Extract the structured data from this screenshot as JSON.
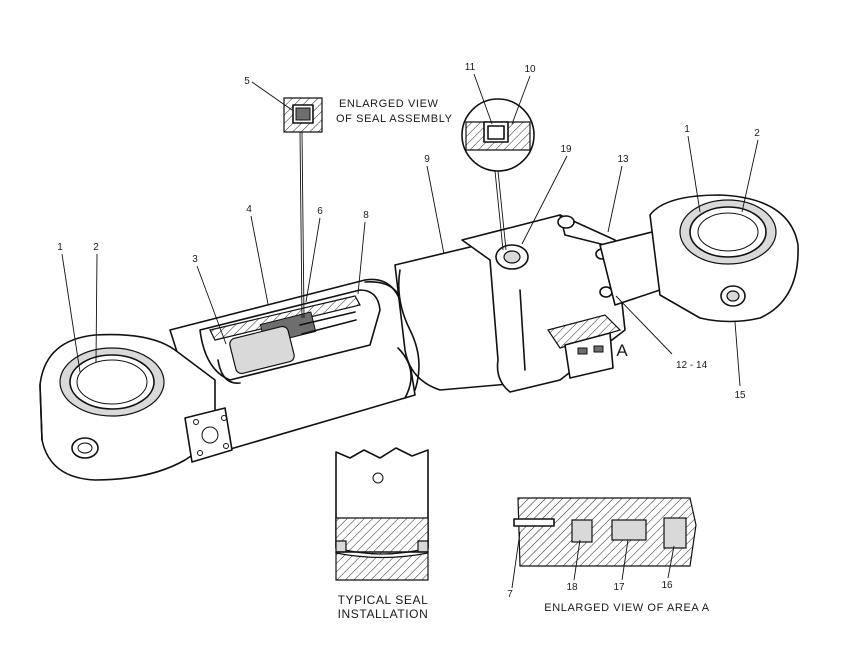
{
  "callouts": {
    "n1_left": "1",
    "n2_left": "2",
    "n3": "3",
    "n4": "4",
    "n5": "5",
    "n6": "6",
    "n7": "7",
    "n8": "8",
    "n9": "9",
    "n10": "10",
    "n11": "11",
    "n12_14": "12 - 14",
    "n13": "13",
    "n15": "15",
    "n16": "16",
    "n17": "17",
    "n18": "18",
    "n19": "19",
    "n1_right": "1",
    "n2_right": "2",
    "area_a": "A"
  },
  "captions": {
    "seal_assembly_line1": "ENLARGED VIEW",
    "seal_assembly_line2": "OF SEAL ASSEMBLY",
    "typical_line1": "TYPICAL SEAL",
    "typical_line2": "INSTALLATION",
    "area_a_view": "ENLARGED VIEW OF AREA A"
  }
}
